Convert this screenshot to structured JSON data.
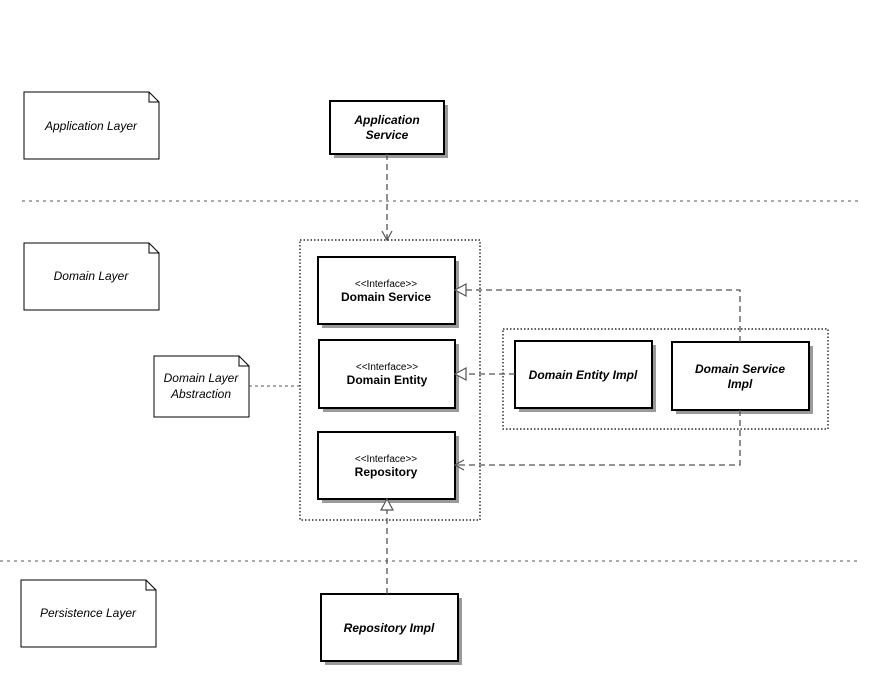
{
  "notes": {
    "application_layer": "Application Layer",
    "domain_layer": "Domain Layer",
    "domain_layer_abstraction": [
      "Domain Layer",
      "Abstraction"
    ],
    "persistence_layer": "Persistence Layer"
  },
  "classes": {
    "application_service": [
      "Application",
      "Service"
    ],
    "domain_service_interface": {
      "stereotype": "<<Interface>>",
      "name": "Domain Service"
    },
    "domain_entity_interface": {
      "stereotype": "<<Interface>>",
      "name": "Domain Entity"
    },
    "repository_interface": {
      "stereotype": "<<Interface>>",
      "name": "Repository"
    },
    "domain_entity_impl": "Domain Entity Impl",
    "domain_service_impl": [
      "Domain Service",
      "Impl"
    ],
    "repository_impl": "Repository Impl"
  },
  "colors": {
    "stroke": "#000000",
    "connector": "#555555",
    "layer_divider": "#777777",
    "shadow": "#9a9a9a",
    "fill": "#ffffff"
  }
}
